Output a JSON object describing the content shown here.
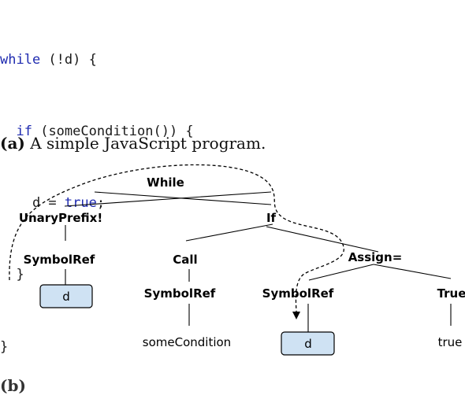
{
  "code": {
    "lines": [
      {
        "kw": "while",
        "rest": " (!d) {"
      },
      {
        "indent": "  ",
        "kw": "if",
        "rest": " (someCondition()) {"
      },
      {
        "pre": "    d = ",
        "kw": "true",
        "rest": ";"
      },
      {
        "rest": "  }"
      },
      {
        "rest": "}"
      }
    ]
  },
  "caption_a": {
    "tag": "(a)",
    "text": " A simple JavaScript program."
  },
  "tree": {
    "nodes": {
      "while": "While",
      "unary_prefix": "UnaryPrefix!",
      "if": "If",
      "symbolref_left": "SymbolRef",
      "call": "Call",
      "assign": "Assign=",
      "d_left": "d",
      "symbolref_call": "SymbolRef",
      "symbolref_assign": "SymbolRef",
      "true_node": "True",
      "some_condition": "someCondition",
      "d_right": "d",
      "true_leaf": "true"
    }
  },
  "caption_b": {
    "tag": "(b)",
    "text": ""
  }
}
